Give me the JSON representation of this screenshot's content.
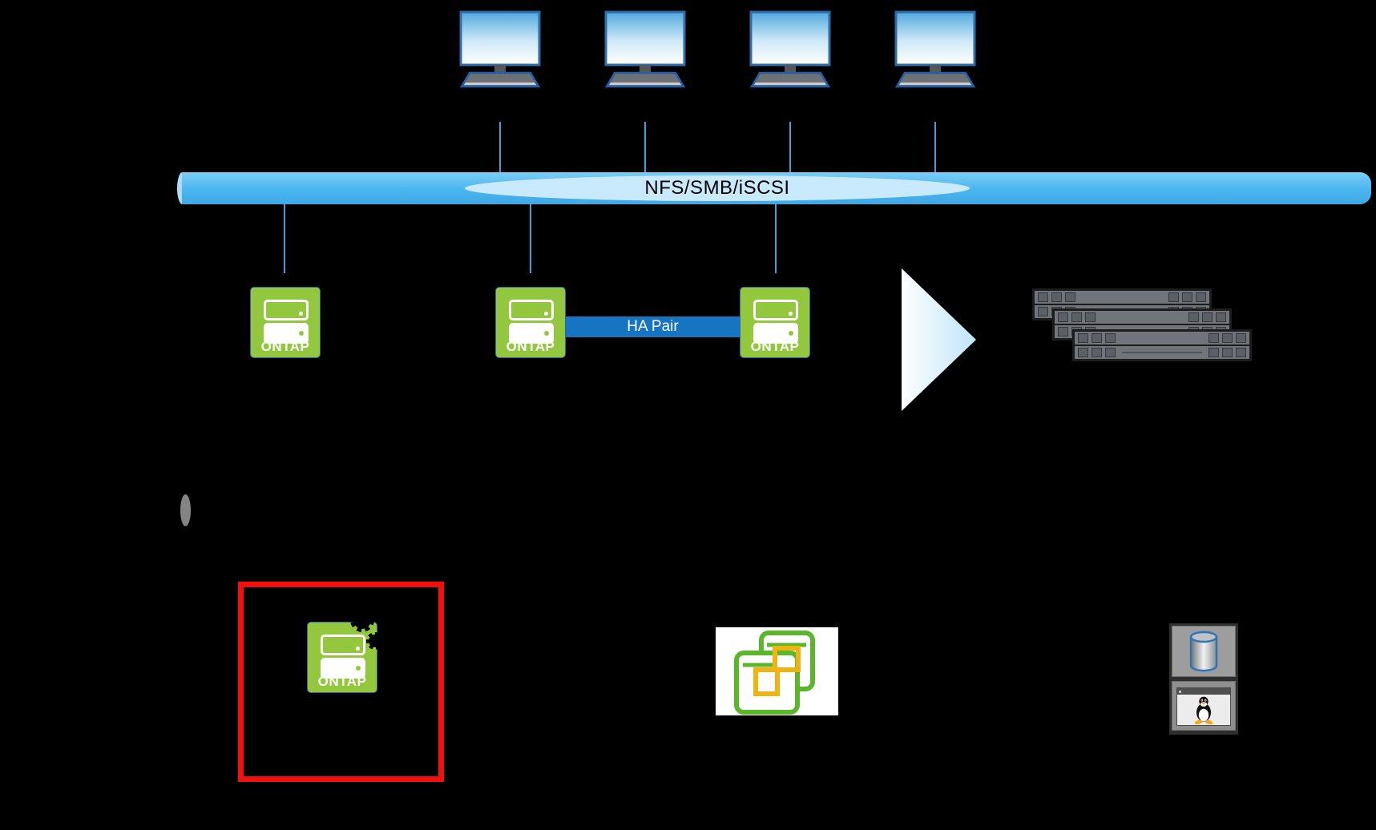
{
  "bus": {
    "label": "NFS/SMB/iSCSI"
  },
  "ha_pair": {
    "label": "HA Pair"
  },
  "nodes": {
    "node1": "ONTAP",
    "node2": "ONTAP",
    "node3": "ONTAP",
    "managed": "ONTAP"
  },
  "clients": {
    "count": 4
  },
  "servers": {
    "count": 3
  },
  "colors": {
    "background": "#000000",
    "ontap_green": "#93C83E",
    "ontap_border_blue": "#2C64B0",
    "bus_blue": "#4AB5EE",
    "bus_highlight": "#C9E9FC",
    "bus_text": "#000000",
    "connector_blue": "#41A0DC",
    "ha_blue": "#1774C0",
    "highlight_red": "#F20F0F",
    "server_gray": "#71757B",
    "arrow_gradient_start": "#FFFFFF",
    "arrow_gradient_end": "#BEE4FA",
    "vmware_green": "#5CB62C",
    "vmware_yellow": "#EFB411",
    "db_cylinder_blue": "#2E75B6",
    "tux_orange": "#F6A71B",
    "gear_black": "#000000",
    "backend_cap_gray": "#848484"
  }
}
